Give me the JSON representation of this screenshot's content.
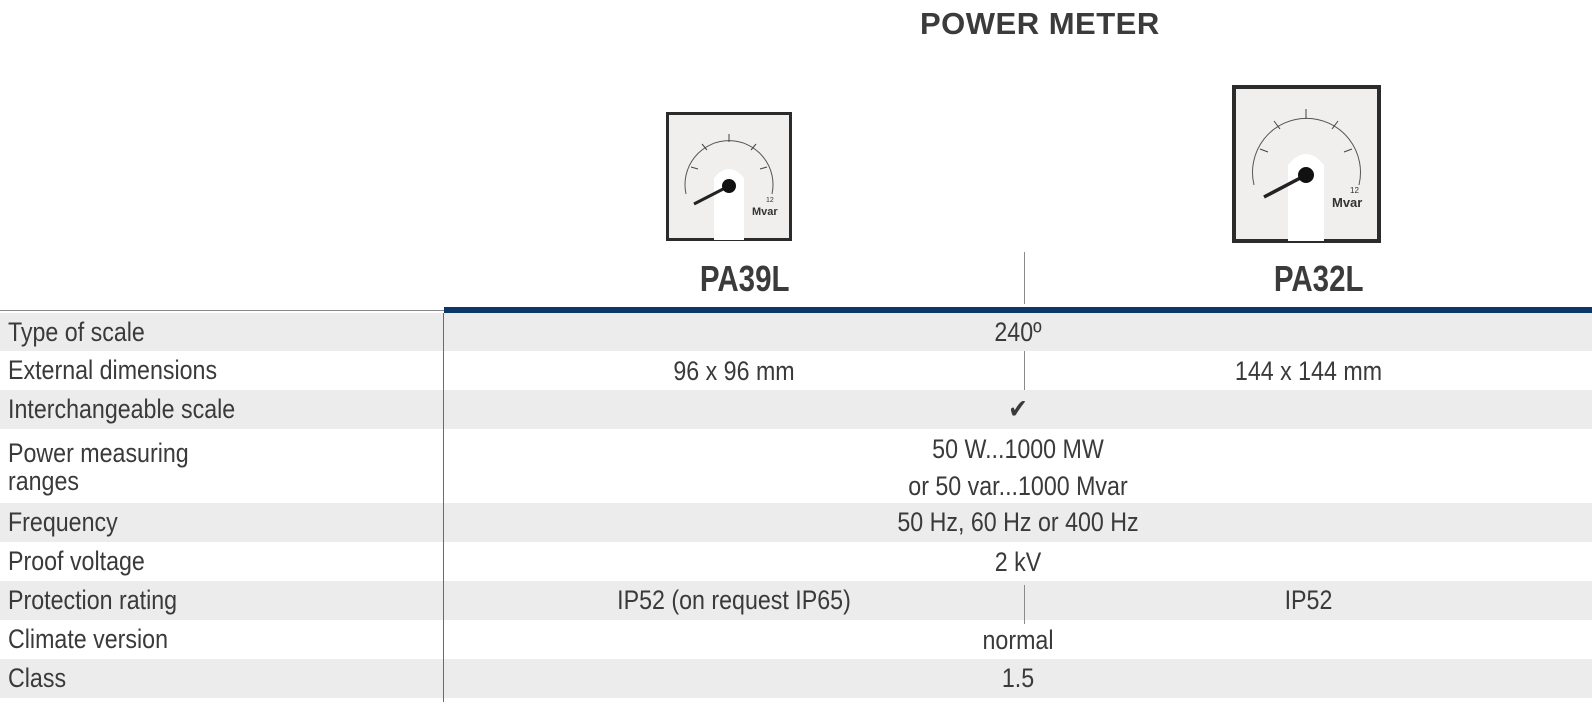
{
  "title": "POWER METER",
  "products": [
    {
      "name": "PA39L",
      "unit": "Mvar",
      "scale_max": "12"
    },
    {
      "name": "PA32L",
      "unit": "Mvar",
      "scale_max": "12"
    }
  ],
  "rows": [
    {
      "label": "Type of scale",
      "value": "240º"
    },
    {
      "label": "External dimensions",
      "values": [
        "96 x 96 mm",
        "144 x 144 mm"
      ]
    },
    {
      "label": "Interchangeable scale",
      "value": "✔"
    },
    {
      "label_lines": [
        "Power measuring",
        "ranges"
      ],
      "value_lines": [
        "50 W...1000 MW",
        "or 50 var...1000 Mvar"
      ]
    },
    {
      "label": "Frequency",
      "value": "50 Hz, 60 Hz or 400 Hz"
    },
    {
      "label": "Proof voltage",
      "value": "2 kV"
    },
    {
      "label": "Protection rating",
      "values": [
        "IP52 (on request IP65)",
        "IP52"
      ]
    },
    {
      "label": "Climate version",
      "value": "normal"
    },
    {
      "label": "Class",
      "value": "1.5"
    }
  ]
}
